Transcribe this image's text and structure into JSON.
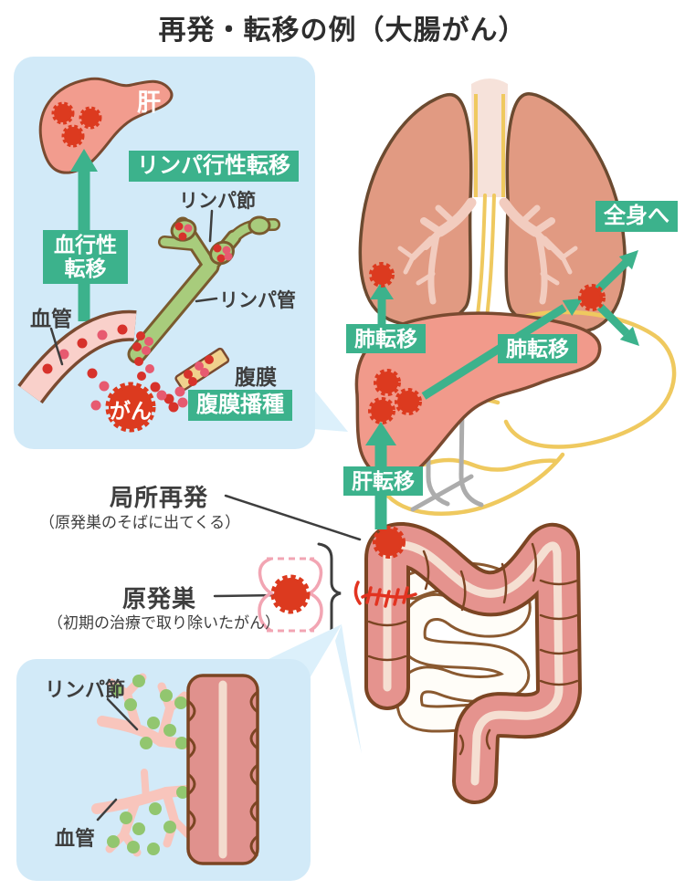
{
  "title": "再発・転移の例（大腸がん）",
  "colors": {
    "badge_green": "#3cb28c",
    "arrow_green": "#3cb28c",
    "inset_box_blue": "#d2eaf8",
    "tumor_red": "#dc3a1f",
    "cancer_dot_red": "#d7322b",
    "cancer_dot_pink": "#e75a70",
    "organ_salmon": "#e19a82",
    "liver_pink": "#f19a8b",
    "colon_pink": "#e5938e",
    "lymph_green": "#a8cc7c",
    "text_dark": "#3e3e3e"
  },
  "inset_top": {
    "liver_label": "肝",
    "hematogenous_badge_line1": "血行性",
    "hematogenous_badge_line2": "転移",
    "lymphatic_badge": "リンパ行性転移",
    "lymph_node_label": "リンパ節",
    "lymph_vessel_label": "リンパ管",
    "blood_vessel_label": "血管",
    "peritoneum_label": "腹膜",
    "peritoneal_dissemination_badge": "腹膜播種",
    "cancer_cell_label": "がん"
  },
  "body": {
    "to_whole_body_badge": "全身へ",
    "lung_metastasis_badge_left": "肺転移",
    "lung_metastasis_badge_right": "肺転移",
    "liver_metastasis_badge": "肝転移"
  },
  "annotations": {
    "local_recurrence_label": "局所再発",
    "local_recurrence_note": "（原発巣のそばに出てくる）",
    "primary_lesion_label": "原発巣",
    "primary_lesion_note": "（初期の治療で取り除いたがん）"
  },
  "inset_bottom": {
    "lymph_node_label": "リンパ節",
    "blood_vessel_label": "血管"
  }
}
